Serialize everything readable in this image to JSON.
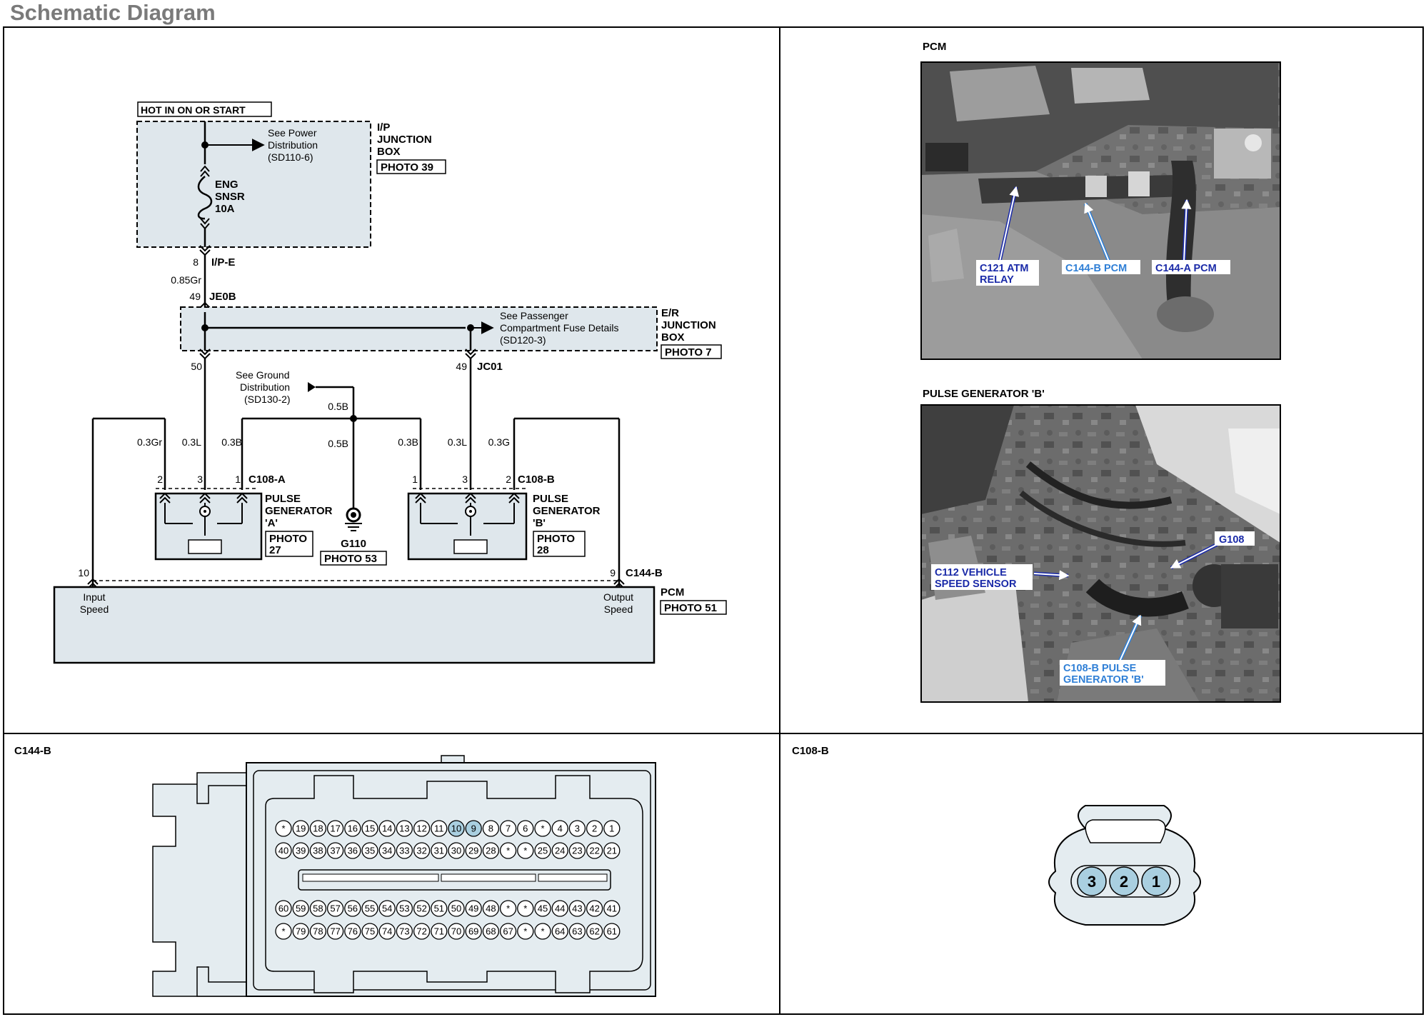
{
  "page_title": "Schematic Diagram",
  "schematic": {
    "hot_label": "HOT IN ON OR START",
    "ip_box": {
      "name_lines": [
        "I/P",
        "JUNCTION",
        "BOX"
      ],
      "photo": "PHOTO 39",
      "see_lines": [
        "See Power",
        "Distribution",
        "(SD110-6)"
      ],
      "fuse_lines": [
        "ENG",
        "SNSR",
        "10A"
      ]
    },
    "ipe": {
      "pin": "8",
      "connector": "I/P-E",
      "wire": "0.85Gr"
    },
    "je0b": {
      "pin": "49",
      "connector": "JE0B"
    },
    "er_box": {
      "name_lines": [
        "E/R",
        "JUNCTION",
        "BOX"
      ],
      "photo": "PHOTO 7",
      "see_lines": [
        "See Passenger",
        "Compartment Fuse Details",
        "(SD120-3)"
      ]
    },
    "pin50": "50",
    "jc01": {
      "pin": "49",
      "connector": "JC01"
    },
    "ground_see_lines": [
      "See Ground",
      "Distribution",
      "(SD130-2)"
    ],
    "ground_wires": [
      "0.5B",
      "0.5B"
    ],
    "ground": {
      "name": "G110",
      "photo": "PHOTO 53"
    },
    "wires_a": [
      "0.3Gr",
      "0.3L",
      "0.3B"
    ],
    "wires_b": [
      "0.3B",
      "0.3L",
      "0.3G"
    ],
    "c108a": {
      "name": "C108-A",
      "pins": [
        "2",
        "3",
        "1"
      ]
    },
    "c108b": {
      "name": "C108-B",
      "pins": [
        "1",
        "3",
        "2"
      ]
    },
    "pg_a": {
      "name_lines": [
        "PULSE",
        "GENERATOR",
        "'A'"
      ],
      "photo_lines": [
        "PHOTO",
        "27"
      ]
    },
    "pg_b": {
      "name_lines": [
        "PULSE",
        "GENERATOR",
        "'B'"
      ],
      "photo_lines": [
        "PHOTO",
        "28"
      ]
    },
    "c144b": {
      "name": "C144-B",
      "pin_in": "10",
      "pin_out": "9"
    },
    "pcm": {
      "name": "PCM",
      "photo": "PHOTO 51",
      "input_lines": [
        "Input",
        "Speed"
      ],
      "output_lines": [
        "Output",
        "Speed"
      ]
    }
  },
  "photos": {
    "pcm": {
      "title": "PCM",
      "callouts": [
        {
          "lines": [
            "C121 ATM",
            "RELAY"
          ],
          "color": "#1a2aa8"
        },
        {
          "lines": [
            "C144-B PCM"
          ],
          "color": "#2f7fd6"
        },
        {
          "lines": [
            "C144-A PCM"
          ],
          "color": "#1a2aa8"
        }
      ]
    },
    "pg_b": {
      "title": "PULSE GENERATOR 'B'",
      "callouts": [
        {
          "lines": [
            "G108"
          ],
          "color": "#1a2aa8"
        },
        {
          "lines": [
            "C112 VEHICLE",
            "SPEED SENSOR"
          ],
          "color": "#1a2aa8"
        },
        {
          "lines": [
            "C108-B PULSE",
            "GENERATOR 'B'"
          ],
          "color": "#2f7fd6"
        }
      ]
    }
  },
  "connectors": {
    "c144b": {
      "title": "C144-B",
      "row1": [
        "*",
        "19",
        "18",
        "17",
        "16",
        "15",
        "14",
        "13",
        "12",
        "11",
        "10",
        "9",
        "8",
        "7",
        "6",
        "*",
        "4",
        "3",
        "2",
        "1"
      ],
      "row2": [
        "40",
        "39",
        "38",
        "37",
        "36",
        "35",
        "34",
        "33",
        "32",
        "31",
        "30",
        "29",
        "28",
        "*",
        "*",
        "25",
        "24",
        "23",
        "22",
        "21"
      ],
      "row3": [
        "60",
        "59",
        "58",
        "57",
        "56",
        "55",
        "54",
        "53",
        "52",
        "51",
        "50",
        "49",
        "48",
        "*",
        "*",
        "45",
        "44",
        "43",
        "42",
        "41"
      ],
      "row4": [
        "*",
        "79",
        "78",
        "77",
        "76",
        "75",
        "74",
        "73",
        "72",
        "71",
        "70",
        "69",
        "68",
        "67",
        "*",
        "*",
        "64",
        "63",
        "62",
        "61"
      ],
      "highlighted": [
        "10",
        "9"
      ]
    },
    "c108b": {
      "title": "C108-B",
      "pins": [
        "3",
        "2",
        "1"
      ]
    }
  },
  "colors": {
    "box_fill": "#dfe7ec",
    "connector_fill": "#e4ecf0",
    "pin_highlight": "#a9cfe0",
    "line": "#000000"
  }
}
